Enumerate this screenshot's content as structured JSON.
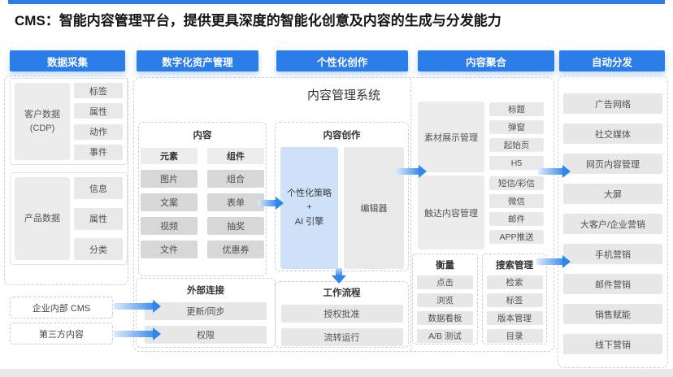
{
  "title": "CMS：智能内容管理平台，提供更具深度的智能化创意及内容的生成与分发能力",
  "stages": [
    "数据采集",
    "数字化资产管理",
    "个性化创作",
    "内容聚合",
    "自动分发"
  ],
  "cms_title": "内容管理系统",
  "collection": {
    "customer": {
      "label": "客户数据\n(CDP)",
      "items": [
        "标签",
        "属性",
        "动作",
        "事件"
      ]
    },
    "product": {
      "label": "产品数据",
      "items": [
        "信息",
        "属性",
        "分类"
      ]
    },
    "external": [
      "企业内部 CMS",
      "第三方内容"
    ]
  },
  "content": {
    "title": "内容",
    "columns": [
      {
        "header": "元素",
        "items": [
          "图片",
          "文案",
          "视频",
          "文件"
        ]
      },
      {
        "header": "组件",
        "items": [
          "组合",
          "表单",
          "抽奖",
          "优惠券"
        ]
      }
    ]
  },
  "external_connection": {
    "title": "外部连接",
    "items": [
      "更新/同步",
      "权限"
    ]
  },
  "creation": {
    "title": "内容创作",
    "strategy": "个性化策略\n+\nAI 引擎",
    "editor": "编辑器"
  },
  "workflow": {
    "title": "工作流程",
    "items": [
      "授权批准",
      "流转运行"
    ]
  },
  "aggregation": {
    "material": {
      "label": "素材展示管理",
      "items": [
        "标题",
        "弹窗",
        "起始页",
        "H5"
      ]
    },
    "reach": {
      "label": "触达内容管理",
      "items": [
        "短信/彩信",
        "微信",
        "邮件",
        "APP推送"
      ]
    },
    "measure": {
      "title": "衡量",
      "items": [
        "点击",
        "浏览",
        "数据看板",
        "A/B 测试"
      ]
    },
    "search": {
      "title": "搜索管理",
      "items": [
        "检索",
        "标签",
        "版本管理",
        "目录"
      ]
    }
  },
  "distribution": {
    "items": [
      "广告网络",
      "社交媒体",
      "网页内容管理",
      "大屏",
      "大客户/企业营销",
      "手机营销",
      "邮件营销",
      "销售赋能",
      "线下营销"
    ]
  },
  "colors": {
    "accent": "#2b7de9",
    "strategy_box": "#cfe1f8",
    "arrow": "#2f86ef",
    "item_gray": "#d7d7d7",
    "box_gray": "#ececec"
  }
}
